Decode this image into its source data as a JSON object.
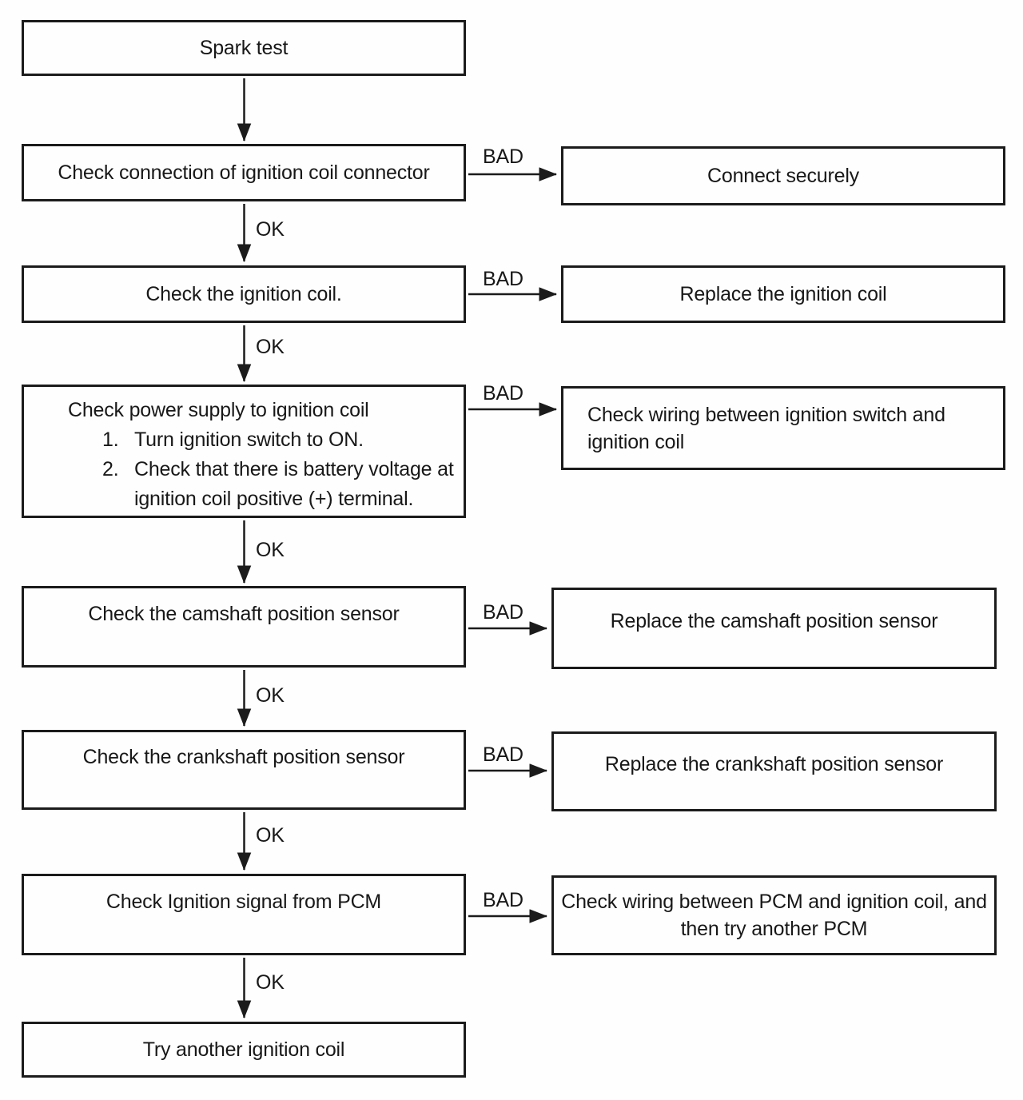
{
  "flowchart": {
    "connector_labels": {
      "ok": "OK",
      "bad": "BAD"
    },
    "nodes": {
      "spark_test": {
        "label": "Spark test"
      },
      "check_connection": {
        "label": "Check connection of ignition coil connector"
      },
      "connect_securely": {
        "label": "Connect securely"
      },
      "check_ignition_coil": {
        "label": "Check the ignition coil."
      },
      "replace_ignition_coil": {
        "label": "Replace the ignition coil"
      },
      "check_power_supply": {
        "title": "Check power supply to ignition coil",
        "steps": [
          {
            "num": "1.",
            "text": "Turn ignition switch to ON."
          },
          {
            "num": "2.",
            "text": "Check that there is battery voltage at ignition coil positive (+) terminal."
          }
        ]
      },
      "check_wiring_switch": {
        "label": "Check wiring between ignition switch and ignition coil"
      },
      "check_camshaft": {
        "label": "Check the camshaft position sensor"
      },
      "replace_camshaft": {
        "label": "Replace the camshaft position sensor"
      },
      "check_crankshaft": {
        "label": "Check the crankshaft position sensor"
      },
      "replace_crankshaft": {
        "label": "Replace the crankshaft position sensor"
      },
      "check_ignition_signal": {
        "label": "Check Ignition signal from PCM"
      },
      "check_wiring_pcm": {
        "label": "Check wiring between PCM and ignition coil, and then try another PCM"
      },
      "try_another_coil": {
        "label": "Try another ignition coil"
      }
    },
    "edges": [
      {
        "from": "spark_test",
        "to": "check_connection",
        "label": ""
      },
      {
        "from": "check_connection",
        "to": "check_ignition_coil",
        "label": "OK"
      },
      {
        "from": "check_connection",
        "to": "connect_securely",
        "label": "BAD"
      },
      {
        "from": "check_ignition_coil",
        "to": "check_power_supply",
        "label": "OK"
      },
      {
        "from": "check_ignition_coil",
        "to": "replace_ignition_coil",
        "label": "BAD"
      },
      {
        "from": "check_power_supply",
        "to": "check_camshaft",
        "label": "OK"
      },
      {
        "from": "check_power_supply",
        "to": "check_wiring_switch",
        "label": "BAD"
      },
      {
        "from": "check_camshaft",
        "to": "check_crankshaft",
        "label": "OK"
      },
      {
        "from": "check_camshaft",
        "to": "replace_camshaft",
        "label": "BAD"
      },
      {
        "from": "check_crankshaft",
        "to": "check_ignition_signal",
        "label": "OK"
      },
      {
        "from": "check_crankshaft",
        "to": "replace_crankshaft",
        "label": "BAD"
      },
      {
        "from": "check_ignition_signal",
        "to": "try_another_coil",
        "label": "OK"
      },
      {
        "from": "check_ignition_signal",
        "to": "check_wiring_pcm",
        "label": "BAD"
      }
    ]
  }
}
